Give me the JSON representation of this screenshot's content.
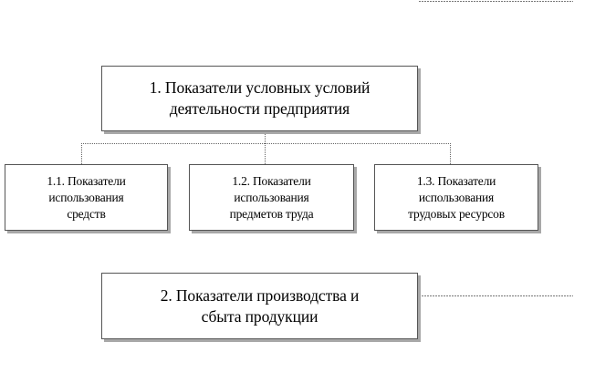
{
  "diagram": {
    "nodes": [
      {
        "id": "1",
        "label": "1. Показатели  условных  условий\nдеятельности  предприятия"
      },
      {
        "id": "1.1",
        "label": "1.1. Показатели\nиспользования\nсредств"
      },
      {
        "id": "1.2",
        "label": "1.2. Показатели\nиспользования\nпредметов труда"
      },
      {
        "id": "1.3",
        "label": "1.3. Показатели\nиспользования\nтрудовых ресурсов"
      },
      {
        "id": "2",
        "label": "2. Показатели  производства  и\nсбыта  продукции"
      }
    ],
    "edges": [
      {
        "from": "1",
        "to": "1.1"
      },
      {
        "from": "1",
        "to": "1.2"
      },
      {
        "from": "1",
        "to": "1.3"
      }
    ]
  },
  "colors": {
    "border": "#555555",
    "shadow": "#a8a8a8",
    "connector": "#666666",
    "text": "#000000",
    "background": "#ffffff"
  }
}
